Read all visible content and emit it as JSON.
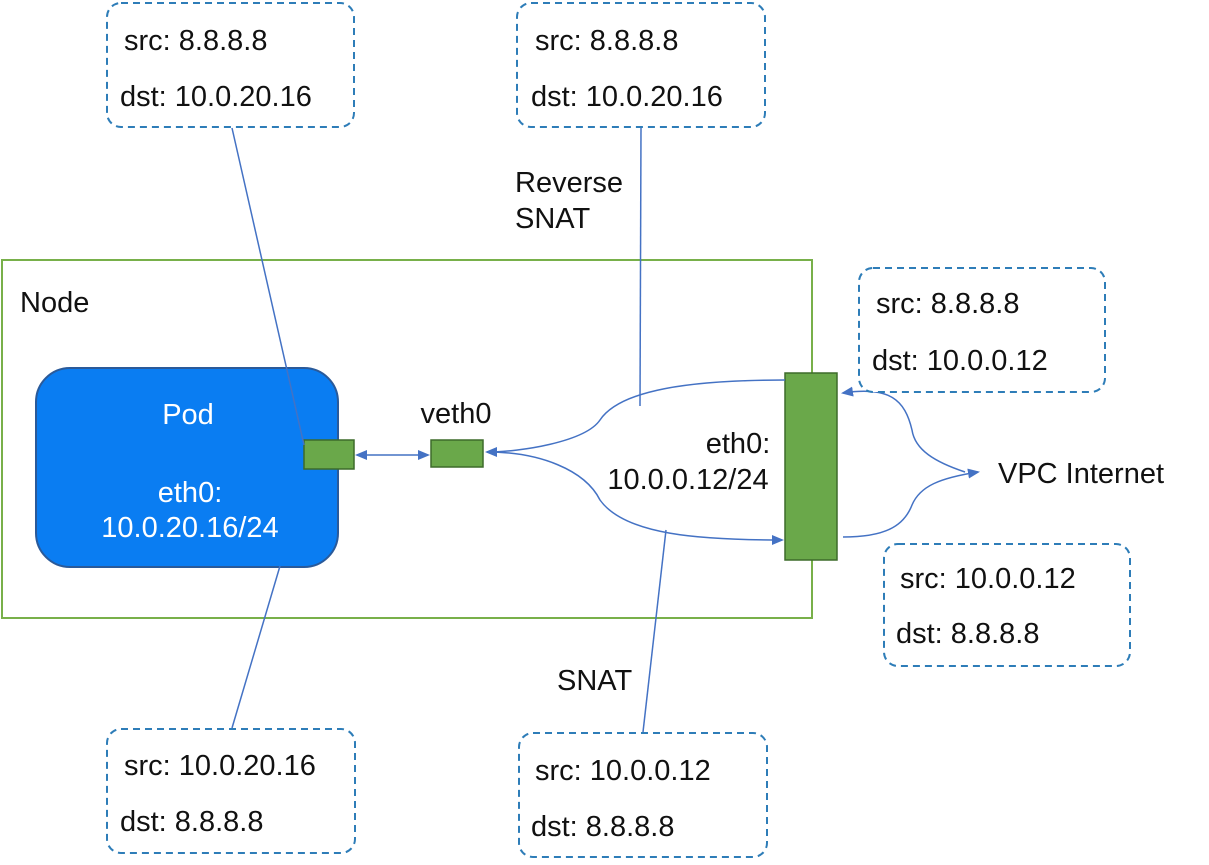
{
  "colors": {
    "node_border": "#78b04a",
    "pod_fill": "#0a7df2",
    "pod_border": "#2a5a9a",
    "interface_fill": "#6aa84a",
    "interface_border": "#3d6b2a",
    "packet_border": "#2e7db8",
    "line": "#4472c4"
  },
  "node": {
    "label": "Node"
  },
  "pod": {
    "title": "Pod",
    "eth0_label": "eth0:",
    "eth0_ip": "10.0.20.16/24"
  },
  "veth": {
    "label": "veth0"
  },
  "node_eth": {
    "label": "eth0:",
    "ip": "10.0.0.12/24"
  },
  "labels": {
    "reverse_snat_line1": "Reverse",
    "reverse_snat_line2": "SNAT",
    "snat": "SNAT",
    "vpc_internet": "VPC Internet"
  },
  "packets": [
    {
      "id": "pod-inbound",
      "src": "src: 8.8.8.8",
      "dst": "dst: 10.0.20.16"
    },
    {
      "id": "reverse-snat",
      "src": "src: 8.8.8.8",
      "dst": "dst: 10.0.20.16"
    },
    {
      "id": "node-inbound",
      "src": "src: 8.8.8.8",
      "dst": "dst: 10.0.0.12"
    },
    {
      "id": "node-outbound",
      "src": "src: 10.0.0.12",
      "dst": "dst: 8.8.8.8"
    },
    {
      "id": "snat",
      "src": "src: 10.0.0.12",
      "dst": "dst: 8.8.8.8"
    },
    {
      "id": "pod-outbound",
      "src": "src: 10.0.20.16",
      "dst": "dst: 8.8.8.8"
    }
  ]
}
